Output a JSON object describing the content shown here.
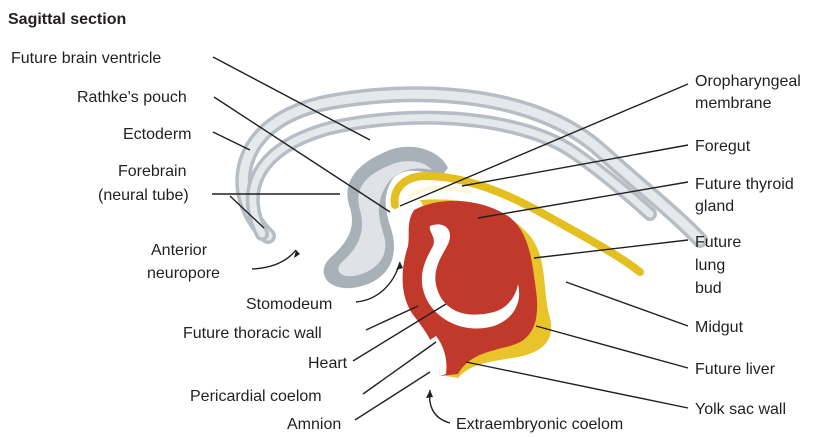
{
  "title": "Sagittal section",
  "labels": {
    "future_brain_ventricle": "Future brain ventricle",
    "rathkes_pouch": "Rathke's pouch",
    "ectoderm": "Ectoderm",
    "forebrain_1": "Forebrain",
    "forebrain_2": "(neural tube)",
    "anterior_neuropore_1": "Anterior",
    "anterior_neuropore_2": "neuropore",
    "stomodeum": "Stomodeum",
    "future_thoracic_wall": "Future thoracic wall",
    "heart": "Heart",
    "pericardial_coelom": "Pericardial coelom",
    "amnion": "Amnion",
    "extraembryonic_coelom": "Extraembryonic coelom",
    "oropharyngeal_1": "Oropharyngeal",
    "oropharyngeal_2": "membrane",
    "foregut": "Foregut",
    "future_thyroid_1": "Future thyroid",
    "future_thyroid_2": "gland",
    "future_lung_1": "Future",
    "future_lung_2": "lung",
    "future_lung_3": "bud",
    "midgut": "Midgut",
    "future_liver": "Future liver",
    "yolk_sac_wall": "Yolk sac wall"
  },
  "colors": {
    "neural_tube": "#a8b0b8",
    "neural_lumen": "#dfe3e7",
    "heart": "#c0392b",
    "endoderm": "#e8c42a"
  }
}
